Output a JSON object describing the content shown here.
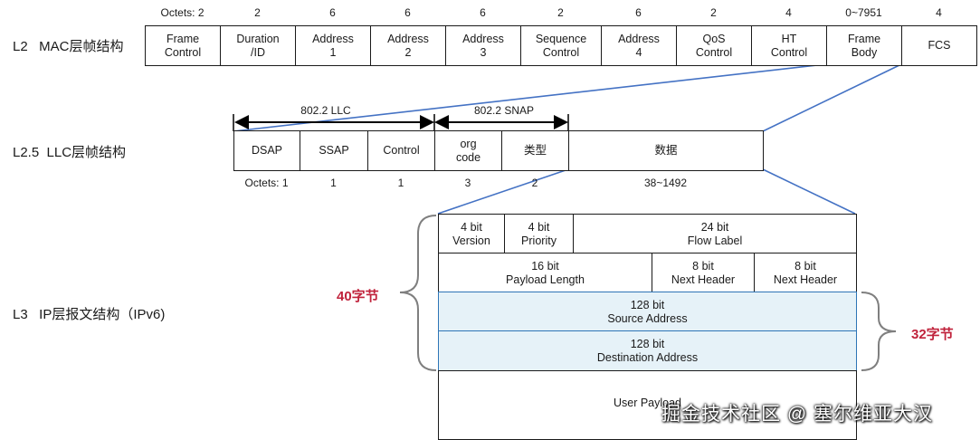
{
  "l2": {
    "label": "L2   MAC层帧结构",
    "octets": [
      "Octets: 2",
      "2",
      "6",
      "6",
      "6",
      "2",
      "6",
      "2",
      "4",
      "0~7951",
      "4"
    ],
    "fields": [
      [
        "Frame",
        "Control"
      ],
      [
        "Duration",
        "/ID"
      ],
      [
        "Address",
        "1"
      ],
      [
        "Address",
        "2"
      ],
      [
        "Address",
        "3"
      ],
      [
        "Sequence",
        "Control"
      ],
      [
        "Address",
        "4"
      ],
      [
        "QoS",
        "Control"
      ],
      [
        "HT",
        "Control"
      ],
      [
        "Frame",
        "Body"
      ],
      [
        "FCS"
      ]
    ]
  },
  "l25": {
    "label": "L2.5  LLC层帧结构",
    "llc_label": "802.2 LLC",
    "snap_label": "802.2 SNAP",
    "fields": [
      [
        "DSAP"
      ],
      [
        "SSAP"
      ],
      [
        "Control"
      ],
      [
        "org",
        "code"
      ],
      [
        "类型"
      ],
      [
        "数据"
      ]
    ],
    "octets": [
      "Octets: 1",
      "1",
      "1",
      "3",
      "2",
      "38~1492"
    ]
  },
  "l3": {
    "label": "L3   IP层报文结构（IPv6)",
    "rows": [
      [
        [
          "4 bit",
          "Version"
        ],
        [
          "4 bit",
          "Priority"
        ],
        [
          "24 bit",
          "Flow Label"
        ]
      ],
      [
        [
          "16 bit",
          "Payload Length"
        ],
        [
          "8 bit",
          "Next Header"
        ],
        [
          "8 bit",
          "Next Header"
        ]
      ],
      [
        [
          "128 bit",
          "Source Address"
        ]
      ],
      [
        [
          "128 bit",
          "Destination Address"
        ]
      ],
      [
        [
          "User Payload"
        ]
      ]
    ],
    "brace_left": "40字节",
    "brace_right": "32字节"
  },
  "watermark": "掘金技术社区 @ 塞尔维亚大汉",
  "colors": {
    "connector": "#4472c4",
    "highlight_fill": "#e6f2f8",
    "highlight_border": "#2e75b6",
    "brace_label": "#c0223b"
  }
}
